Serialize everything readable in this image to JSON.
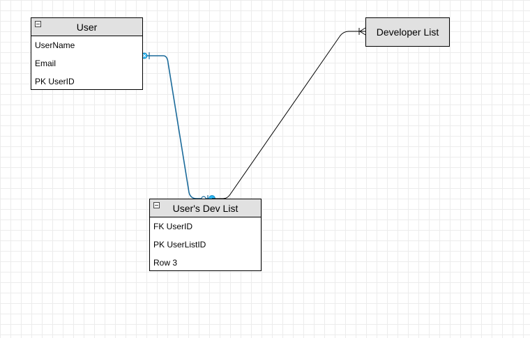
{
  "colors": {
    "canvas": "#ffffff",
    "grid": "#ececec",
    "header_fill": "#e1e1e1",
    "border": "#000000",
    "selected_edge": "#1a6a9a",
    "handle": "#29b6f2"
  },
  "tables": {
    "user": {
      "title": "User",
      "rows": [
        "UserName",
        "Email",
        "PK UserID"
      ]
    },
    "users_dev_list": {
      "title": "User's Dev List",
      "rows": [
        "FK UserID",
        "PK UserListID",
        "Row 3"
      ]
    }
  },
  "entities": {
    "developer_list": {
      "label": "Developer List"
    }
  },
  "connections": [
    {
      "from": "User",
      "to": "User's Dev List",
      "selected": true
    },
    {
      "from": "User's Dev List",
      "to": "Developer List",
      "selected": false
    }
  ]
}
